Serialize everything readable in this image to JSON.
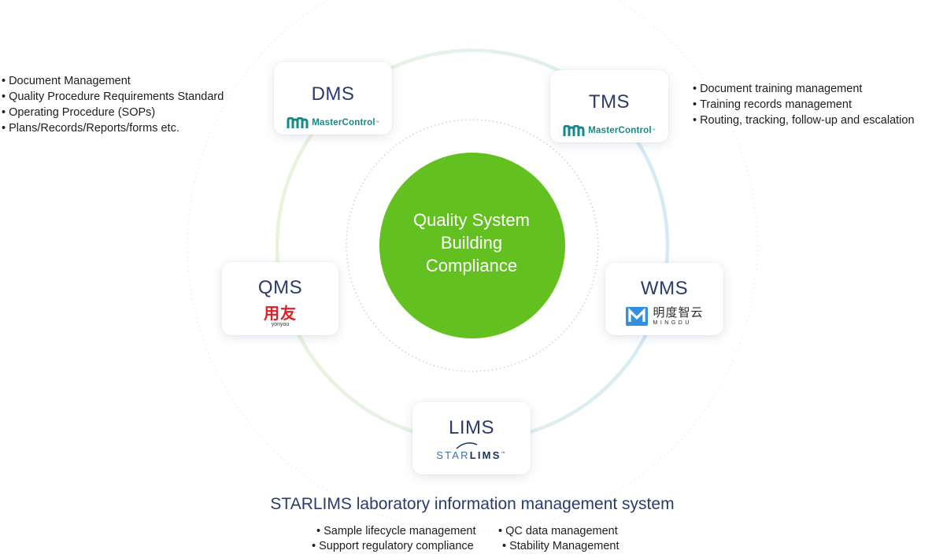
{
  "center": {
    "lines": [
      "Quality System",
      "Building",
      "Compliance"
    ],
    "color": "#63c021"
  },
  "modules": {
    "dms": {
      "title": "DMS",
      "logo": "MasterControl",
      "logo_icon": "mastercontrol-logo-icon"
    },
    "tms": {
      "title": "TMS",
      "logo": "MasterControl",
      "logo_icon": "mastercontrol-logo-icon"
    },
    "qms": {
      "title": "QMS",
      "logo_cn": "用友",
      "logo_en": "yonyou"
    },
    "wms": {
      "title": "WMS",
      "logo_cn": "明度智云",
      "logo_en": "MINGDU",
      "logo_icon": "mingdu-logo-icon"
    },
    "lims": {
      "title": "LIMS",
      "logo_star": "STAR",
      "logo_lims": "LIMS"
    }
  },
  "dms_bullets": [
    "Document Management",
    "Quality Procedure Requirements Standard",
    "Operating Procedure (SOPs)",
    "Plans/Records/Reports/forms etc."
  ],
  "tms_bullets": [
    "Document training management",
    "Training records management",
    "Routing, tracking, follow-up and escalation"
  ],
  "lims_subtitle": "STARLIMS laboratory information management system",
  "lims_features": [
    "Sample lifecycle management",
    "QC data management",
    "Support regulatory compliance",
    "Stability Management"
  ],
  "colors": {
    "title_navy": "#2b3b6e",
    "ring_green": "#e6f4da",
    "ring_blue": "#d6ebf7",
    "mastercontrol_teal": "#138a8a",
    "yonyou_red": "#e01f26",
    "mingdu_blue": "#2f8fe0"
  }
}
